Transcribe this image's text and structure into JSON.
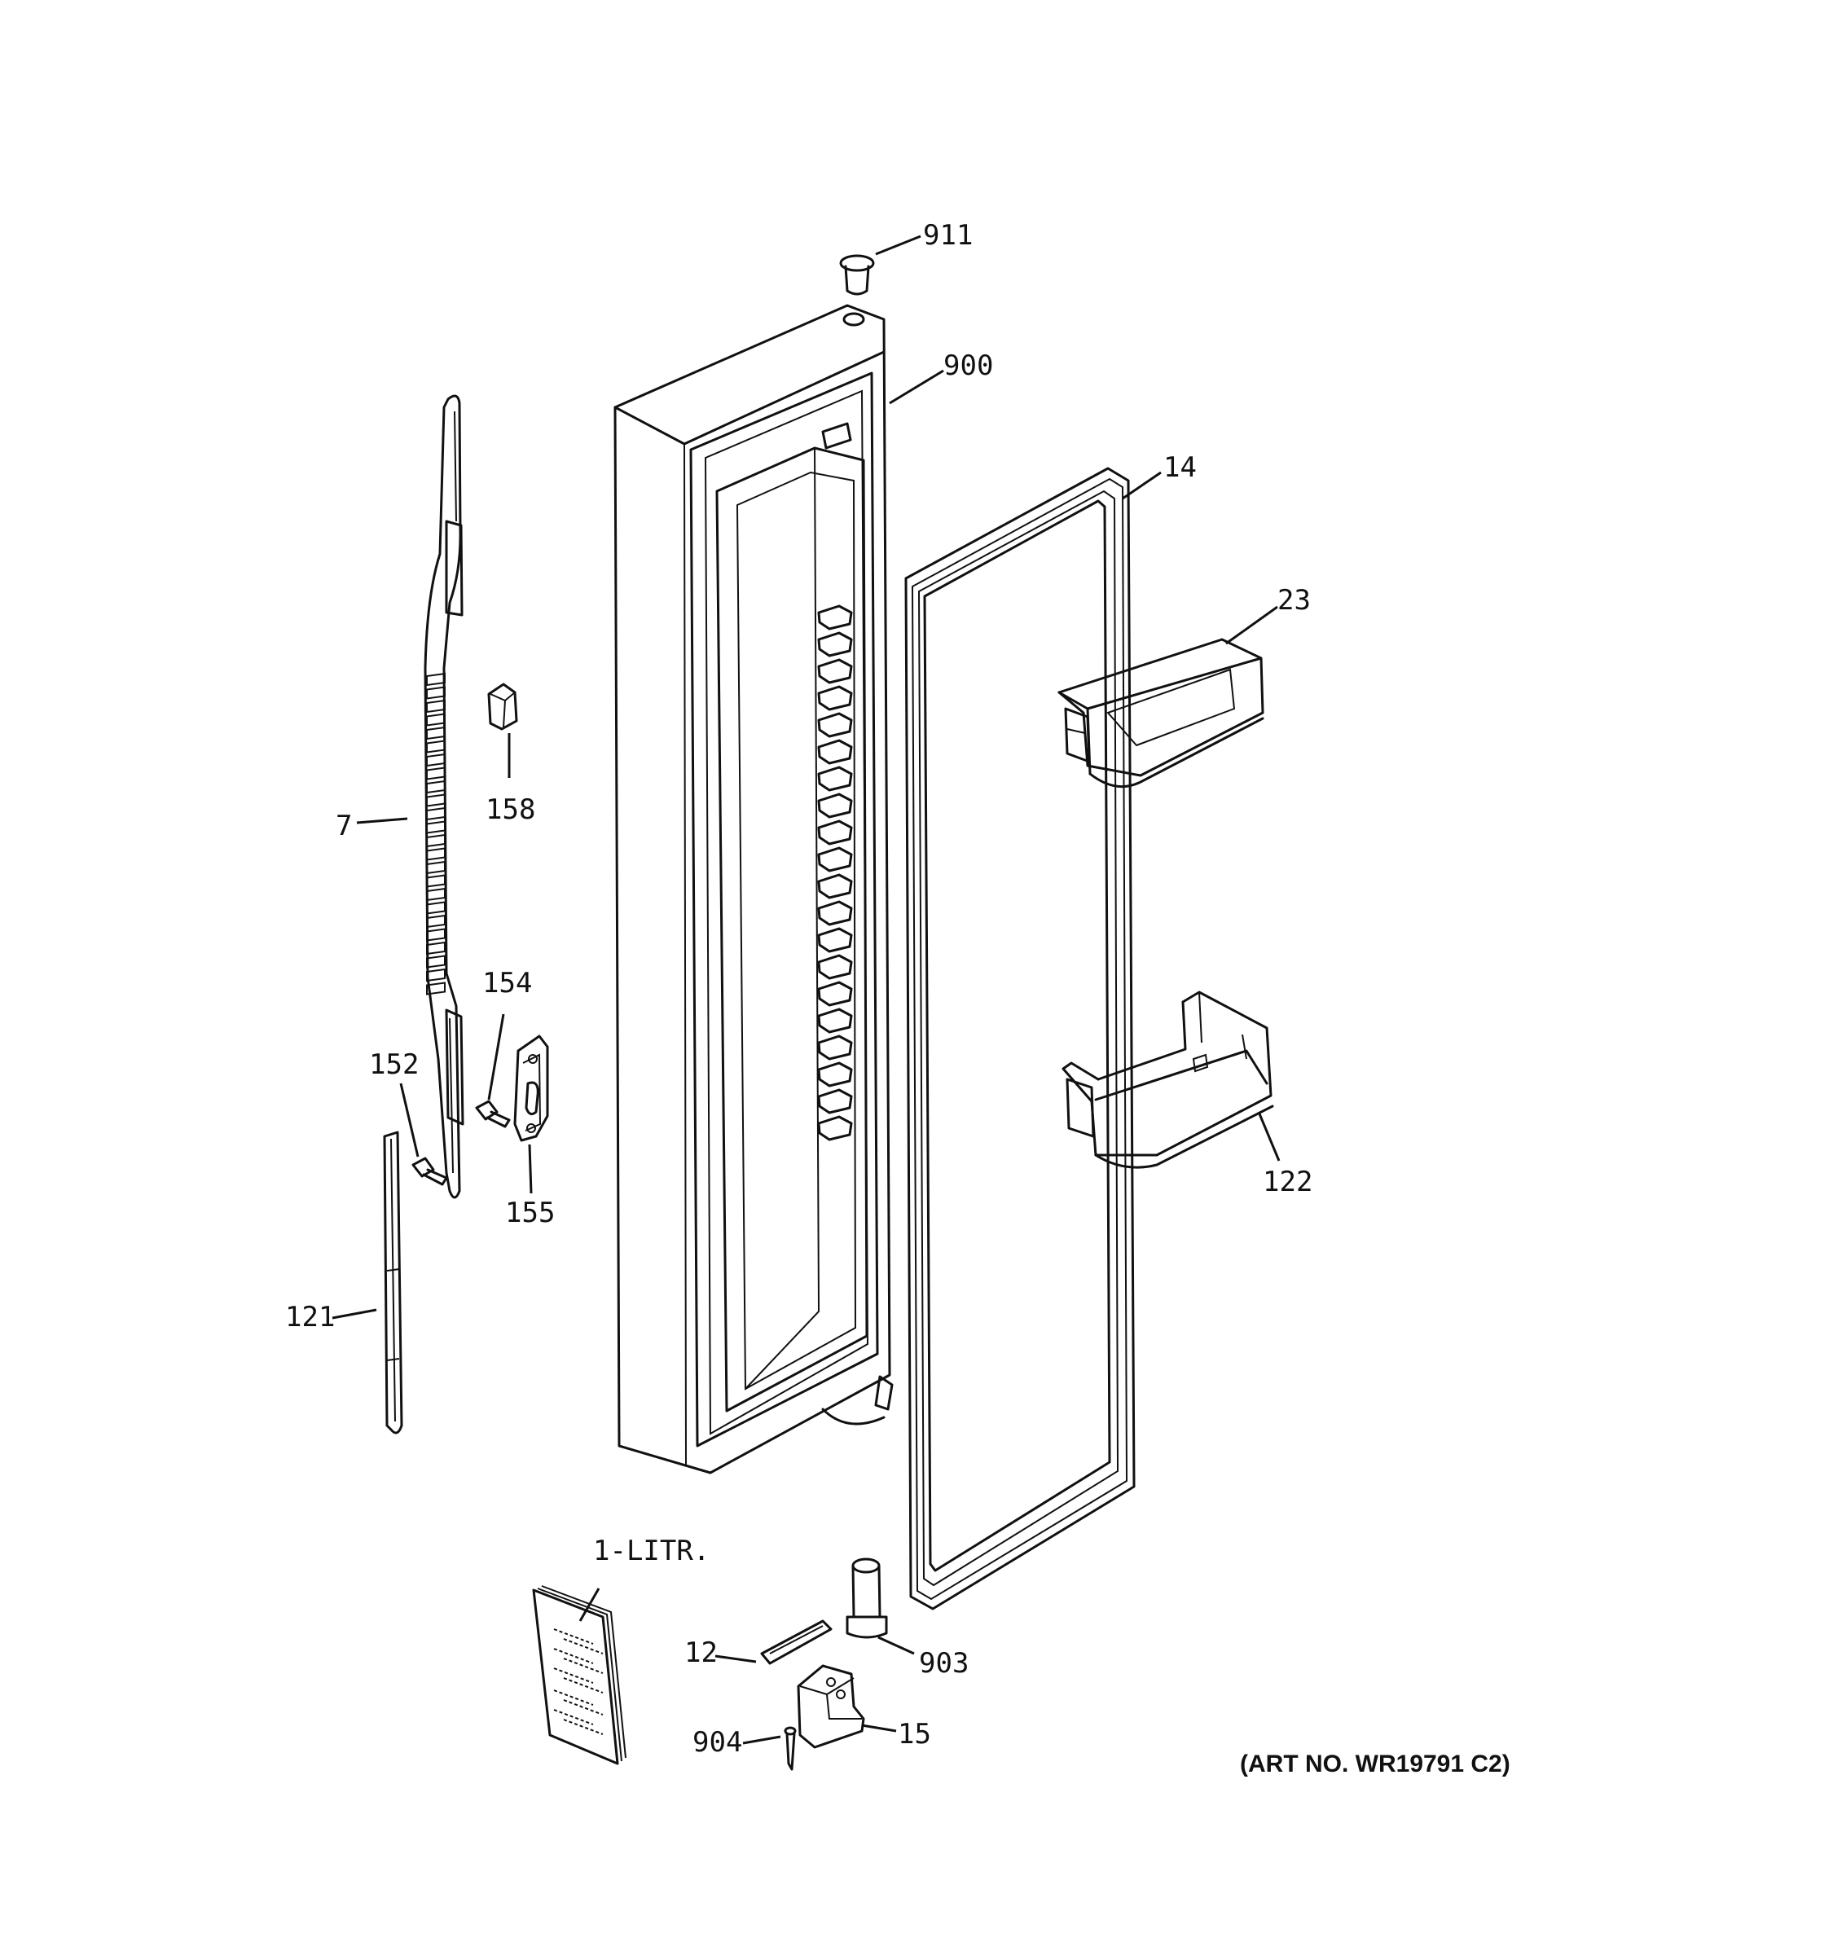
{
  "callouts": {
    "p911": "911",
    "p900": "900",
    "p14": "14",
    "p23": "23",
    "p158": "158",
    "p7": "7",
    "p154": "154",
    "p152": "152",
    "p155": "155",
    "p122": "122",
    "p121": "121",
    "p1litr": "1-LITR.",
    "p12": "12",
    "p903": "903",
    "p904": "904",
    "p15": "15"
  },
  "art_number": "(ART NO. WR19791 C2)"
}
